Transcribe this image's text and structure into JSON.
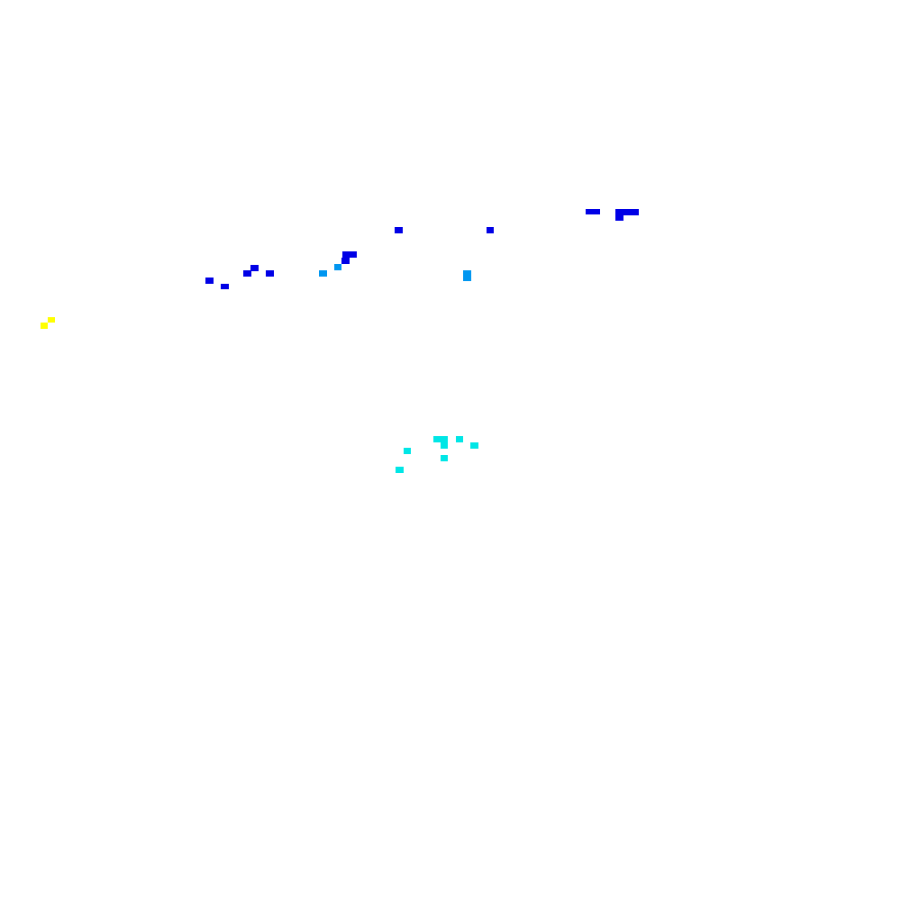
{
  "background": "#ffffff",
  "palette": {
    "dark_blue": "#0000e6",
    "light_blue": "#0096f0",
    "cyan": "#00e6e6",
    "yellow": "#ffff00"
  },
  "clusters": [
    {
      "name": "blue-streak",
      "color_key": "dark_blue"
    },
    {
      "name": "light-blue-cells",
      "color_key": "light_blue"
    },
    {
      "name": "cyan-cluster",
      "color_key": "cyan"
    },
    {
      "name": "yellow-cells",
      "color_key": "yellow"
    }
  ]
}
